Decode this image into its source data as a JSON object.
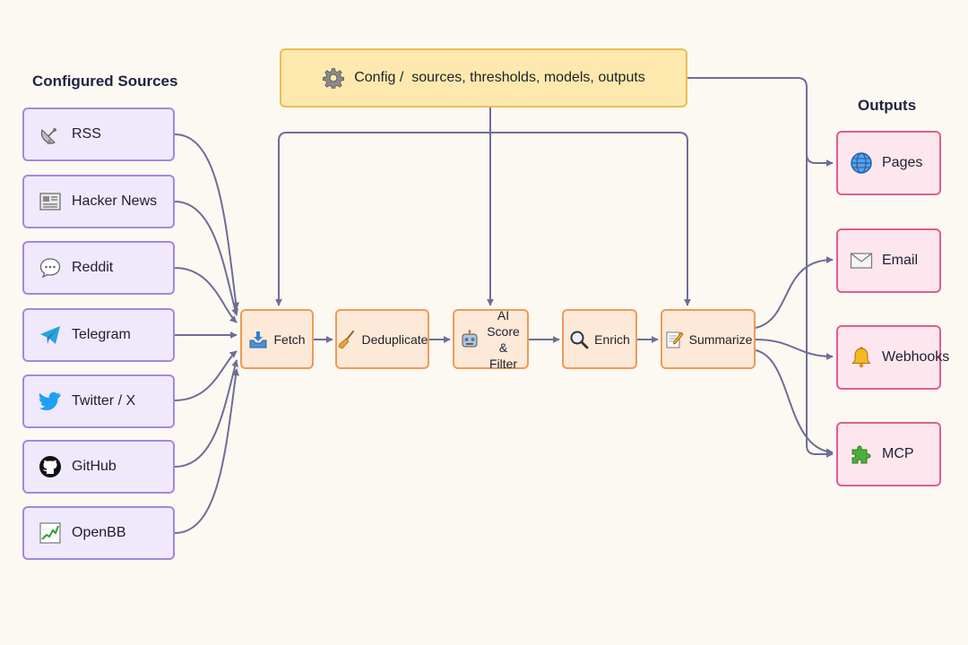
{
  "colors": {
    "background": "#fcf9f3",
    "source_fill": "#efe9fb",
    "source_border": "#a687dd",
    "stage_fill": "#fde9d7",
    "stage_border": "#ef9a58",
    "config_fill": "#fde9ad",
    "config_border": "#e8bf55",
    "output_fill": "#fde6ee",
    "output_border": "#df5e8e",
    "arrow": "#6e6d95"
  },
  "config": {
    "icon": "gear-icon",
    "label": "Config /  sources, thresholds, models, outputs"
  },
  "sources": {
    "heading": "Configured Sources",
    "items": [
      {
        "id": "rss",
        "label": "RSS",
        "icon": "satellite-dish-icon"
      },
      {
        "id": "hacker-news",
        "label": "Hacker News",
        "icon": "newspaper-icon"
      },
      {
        "id": "reddit",
        "label": "Reddit",
        "icon": "speech-bubble-icon"
      },
      {
        "id": "telegram",
        "label": "Telegram",
        "icon": "telegram-icon"
      },
      {
        "id": "twitter",
        "label": "Twitter / X",
        "icon": "twitter-bird-icon"
      },
      {
        "id": "github",
        "label": "GitHub",
        "icon": "github-icon"
      },
      {
        "id": "openbb",
        "label": "OpenBB",
        "icon": "chart-increasing-icon"
      }
    ]
  },
  "pipeline": {
    "stages": [
      {
        "id": "fetch",
        "label": "Fetch",
        "icon": "inbox-tray-icon"
      },
      {
        "id": "deduplicate",
        "label": "Deduplicate",
        "icon": "broom-icon"
      },
      {
        "id": "ai-score",
        "label_line1": "AI Score",
        "label_line2": "& Filter",
        "icon": "robot-icon"
      },
      {
        "id": "enrich",
        "label": "Enrich",
        "icon": "magnifier-icon"
      },
      {
        "id": "summarize",
        "label": "Summarize",
        "icon": "memo-icon"
      }
    ]
  },
  "outputs": {
    "heading": "Outputs",
    "items": [
      {
        "id": "pages",
        "label": "Pages",
        "icon": "globe-icon"
      },
      {
        "id": "email",
        "label": "Email",
        "icon": "envelope-icon"
      },
      {
        "id": "webhooks",
        "label": "Webhooks",
        "icon": "bell-icon"
      },
      {
        "id": "mcp",
        "label": "MCP",
        "icon": "puzzle-piece-icon"
      }
    ]
  }
}
